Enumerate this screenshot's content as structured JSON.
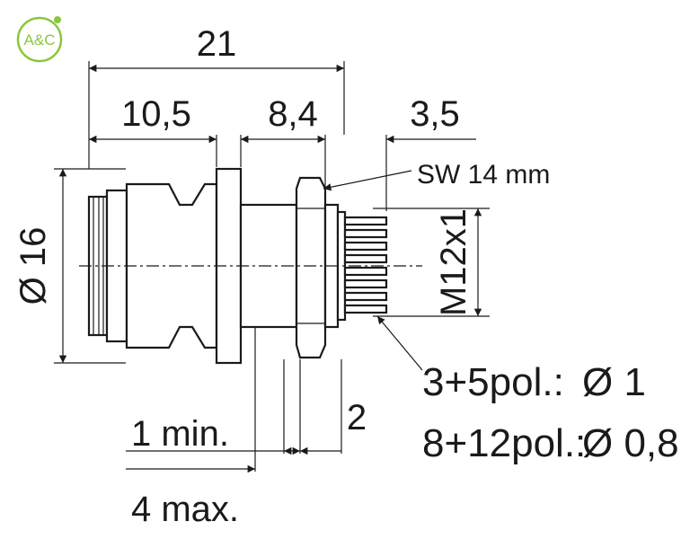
{
  "logo": {
    "text": "A&C",
    "color": "#8cc63f"
  },
  "dimensions": {
    "overall_length": "21",
    "front_length": "10,5",
    "middle_length": "8,4",
    "rear_length": "3,5",
    "diameter": "Ø 16",
    "thread": "M12x1",
    "wrench": "SW 14 mm",
    "panel_gap": "2",
    "panel_min": "1 min.",
    "panel_max": "4 max."
  },
  "pins": {
    "row1_label": "3+5pol.:",
    "row1_value": "Ø 1",
    "row2_label": "8+12pol.:",
    "row2_value": "Ø 0,8"
  },
  "colors": {
    "line": "#1a1a1a",
    "accent": "#8cc63f"
  }
}
